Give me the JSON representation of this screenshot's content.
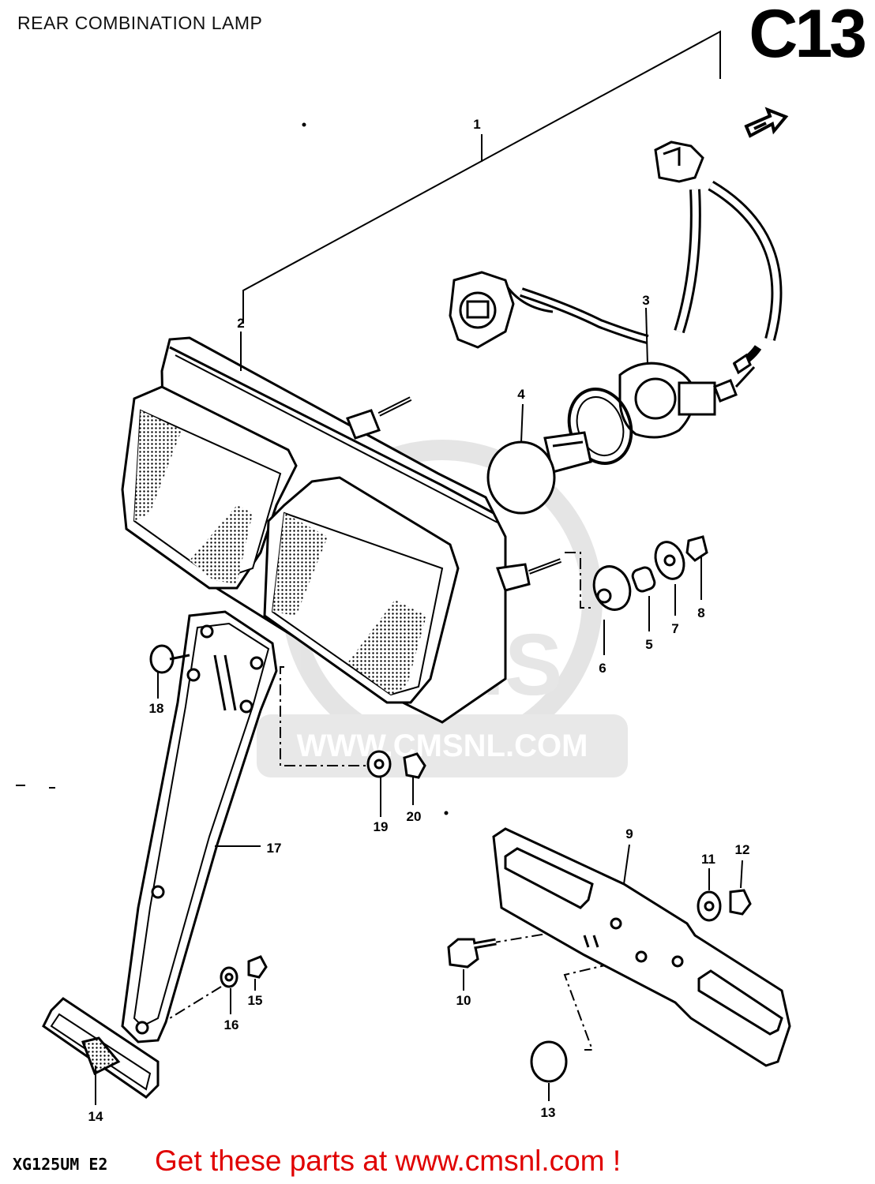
{
  "header": {
    "title": "REAR COMBINATION LAMP",
    "page_code": "C13"
  },
  "footer": {
    "model_code": "XG125UM E2",
    "promo": "Get these parts at www.cmsnl.com !"
  },
  "watermark": {
    "text": "WWW.CMSNL.COM",
    "brand": "CMS",
    "color": "#d8d8d8"
  },
  "parts": [
    {
      "number": "1",
      "description": ""
    },
    {
      "number": "2",
      "description": ""
    },
    {
      "number": "3",
      "description": ""
    },
    {
      "number": "4",
      "description": ""
    },
    {
      "number": "5",
      "description": ""
    },
    {
      "number": "6",
      "description": ""
    },
    {
      "number": "7",
      "description": ""
    },
    {
      "number": "8",
      "description": ""
    },
    {
      "number": "9",
      "description": ""
    },
    {
      "number": "10",
      "description": ""
    },
    {
      "number": "11",
      "description": ""
    },
    {
      "number": "12",
      "description": ""
    },
    {
      "number": "13",
      "description": ""
    },
    {
      "number": "14",
      "description": ""
    },
    {
      "number": "15",
      "description": ""
    },
    {
      "number": "16",
      "description": ""
    },
    {
      "number": "17",
      "description": ""
    },
    {
      "number": "18",
      "description": ""
    },
    {
      "number": "19",
      "description": ""
    },
    {
      "number": "20",
      "description": ""
    }
  ],
  "colors": {
    "promo": "#e00000",
    "line": "#000000"
  }
}
